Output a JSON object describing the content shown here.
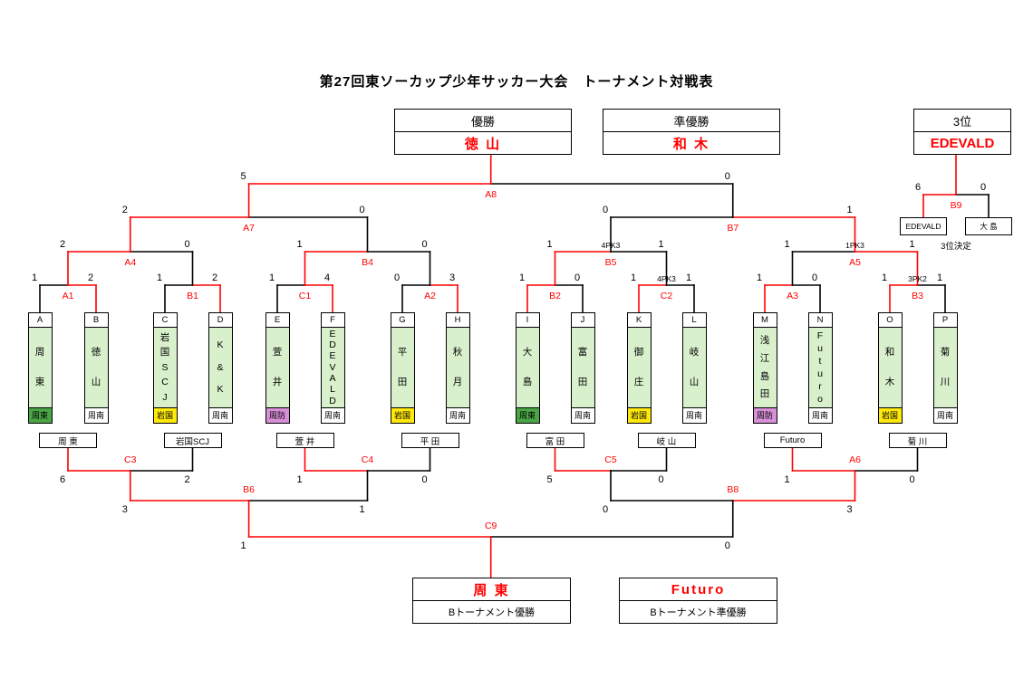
{
  "title": "第27回東ソーカップ少年サッカー大会　トーナメント対戦表",
  "colors": {
    "accent_red": "#ff0000",
    "team_body": "#d9f0cc",
    "regions": {
      "周東": "#4aa546",
      "周南": "#ffffff",
      "岩国": "#ffe90c",
      "周防": "#d78fd7"
    }
  },
  "results": {
    "champion": {
      "label": "優勝",
      "team": "徳 山"
    },
    "runner_up": {
      "label": "準優勝",
      "team": "和 木"
    },
    "third": {
      "label": "3位",
      "team": "EDEVALD"
    },
    "third_playoff": {
      "left": "EDEVALD",
      "right": "大 島",
      "caption": "3位決定"
    },
    "b_champion": {
      "team": "周 東",
      "label": "Bトーナメント優勝"
    },
    "b_runner_up": {
      "team": "Futuro",
      "label": "Bトーナメント準優勝"
    }
  },
  "teams": [
    {
      "seed": "A",
      "name": "周東",
      "region": "周東"
    },
    {
      "seed": "B",
      "name": "徳山",
      "region": "周南"
    },
    {
      "seed": "C",
      "name": "岩国SCJ",
      "region": "岩国"
    },
    {
      "seed": "D",
      "name": "K&K",
      "region": "周南"
    },
    {
      "seed": "E",
      "name": "萱井",
      "region": "周防"
    },
    {
      "seed": "F",
      "name": "EDEVALD",
      "region": "周南"
    },
    {
      "seed": "G",
      "name": "平田",
      "region": "岩国"
    },
    {
      "seed": "H",
      "name": "秋月",
      "region": "周南"
    },
    {
      "seed": "I",
      "name": "大島",
      "region": "周東"
    },
    {
      "seed": "J",
      "name": "富田",
      "region": "周南"
    },
    {
      "seed": "K",
      "name": "御庄",
      "region": "岩国"
    },
    {
      "seed": "L",
      "name": "岐山",
      "region": "周南"
    },
    {
      "seed": "M",
      "name": "浅江島田",
      "region": "周防"
    },
    {
      "seed": "N",
      "name": "Futuro",
      "region": "周南"
    },
    {
      "seed": "O",
      "name": "和木",
      "region": "岩国"
    },
    {
      "seed": "P",
      "name": "菊川",
      "region": "周南"
    }
  ],
  "consolation_entrants": [
    "周 東",
    "岩国SCJ",
    "萱 井",
    "平 田",
    "富 田",
    "岐 山",
    "Futuro",
    "菊 川"
  ],
  "matches": [
    {
      "id": "A1",
      "s1": "1",
      "s2": "2"
    },
    {
      "id": "B1",
      "s1": "1",
      "s2": "2"
    },
    {
      "id": "C1",
      "s1": "1",
      "s2": "4"
    },
    {
      "id": "A2",
      "s1": "0",
      "s2": "3"
    },
    {
      "id": "B2",
      "s1": "1",
      "s2": "0"
    },
    {
      "id": "C2",
      "s1": "1",
      "s2": "1",
      "note": "4PK3"
    },
    {
      "id": "A3",
      "s1": "1",
      "s2": "0"
    },
    {
      "id": "B3",
      "s1": "1",
      "s2": "1",
      "note": "3PK2"
    },
    {
      "id": "A4",
      "s1": "2",
      "s2": "0"
    },
    {
      "id": "B4",
      "s1": "1",
      "s2": "0"
    },
    {
      "id": "B5",
      "s1": "1",
      "s2": "1",
      "note": "4PK3"
    },
    {
      "id": "A5",
      "s1": "1",
      "s2": "1",
      "note": "1PK3"
    },
    {
      "id": "A7",
      "s1": "2",
      "s2": "0"
    },
    {
      "id": "B7",
      "s1": "0",
      "s2": "1"
    },
    {
      "id": "A8",
      "s1": "5",
      "s2": "0"
    },
    {
      "id": "B9",
      "s1": "6",
      "s2": "0"
    },
    {
      "id": "C3",
      "s1": "6",
      "s2": "2"
    },
    {
      "id": "C4",
      "s1": "1",
      "s2": "0"
    },
    {
      "id": "C5",
      "s1": "5",
      "s2": "0"
    },
    {
      "id": "A6",
      "s1": "1",
      "s2": "0"
    },
    {
      "id": "B6",
      "s1": "3",
      "s2": "1"
    },
    {
      "id": "B8",
      "s1": "0",
      "s2": "3"
    },
    {
      "id": "C9",
      "s1": "1",
      "s2": "0"
    }
  ]
}
